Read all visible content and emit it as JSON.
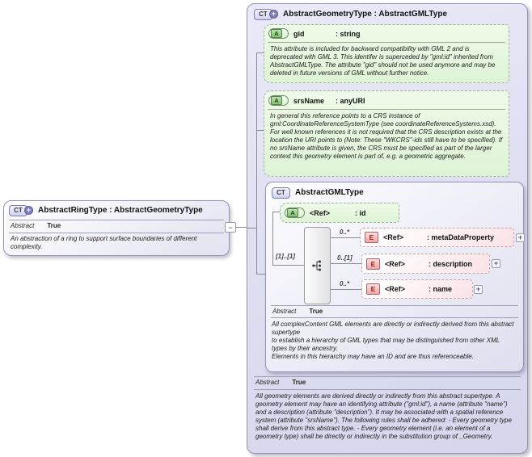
{
  "palette": {
    "panel_fill": "#dcdcf2",
    "box_border": "#9295b4",
    "attribute_fill": "#e4f6de",
    "attribute_border": "#9cb29a",
    "element_fill": "#fbe3e6",
    "element_border": "#c9a3a6",
    "connector_line": "#8a8a92",
    "ct_icon_fill": "#d6d6f2",
    "ct_plus_circle": "#8080bd"
  },
  "left_box": {
    "icon_label": "CT",
    "plus_glyph": "+",
    "title": "AbstractRingType : AbstractGeometryType",
    "abstract_label": "Abstract",
    "abstract_value": "True",
    "description": "An abstraction of a ring to support surface boundaries of different complexity."
  },
  "connector": {
    "collapse_glyph": "−"
  },
  "main_panel": {
    "icon_label": "CT",
    "plus_glyph": "+",
    "title": "AbstractGeometryType : AbstractGMLType",
    "abstract_label": "Abstract",
    "abstract_value": "True",
    "doc": "All geometry elements are derived directly or indirectly from this abstract supertype. A geometry element may have an identifying attribute (\"gml:id\"), a name (attribute \"name\") and a description (attribute \"description\"). It may be associated with a spatial reference system (attribute \"srsName\"). The following rules shall be adhered: - Every geometry type shall derive from this abstract type. - Every geometry element (i.e. an element of a geometry type) shall be directly or indirectly in the substitution group of _Geometry.",
    "attributes": [
      {
        "icon_label": "A",
        "name": "gid",
        "type": ": string",
        "doc": "This attribute is included for backward compatibility with GML 2 and is deprecated with GML 3. This identifer is superceded by \"gml:id\" inherited from AbstractGMLType. The attribute \"gid\" should not be used anymore and may be deleted in future versions of GML without further notice."
      },
      {
        "icon_label": "A",
        "name": "srsName",
        "type": ": anyURI",
        "doc": "In general this reference points to a CRS instance of gml:CoordinateReferenceSystemType (see coordinateReferenceSystems.xsd). For well known references it is not required that the CRS description exists at the location the URI points to (Note: These \"WKCRS\"-ids still have to be specified). If no srsName attribute is given, the CRS must be specified as part of the larger context this geometry element is part of, e.g. a geometric aggregate."
      }
    ],
    "inner_box": {
      "icon_label": "CT",
      "title": "AbstractGMLType",
      "id_attribute": {
        "icon_label": "A",
        "name": "<Ref>",
        "type": ": id"
      },
      "sequence_cardinality": "[1]..[1]",
      "elements": [
        {
          "icon_label": "E",
          "name": "<Ref>",
          "type": ": metaDataProperty",
          "cardinality": "0..*",
          "expand_glyph": "+"
        },
        {
          "icon_label": "E",
          "name": "<Ref>",
          "type": ": description",
          "cardinality": "0..[1]",
          "expand_glyph": "+"
        },
        {
          "icon_label": "E",
          "name": "<Ref>",
          "type": ": name",
          "cardinality": "0..*",
          "expand_glyph": "+"
        }
      ],
      "abstract_label": "Abstract",
      "abstract_value": "True",
      "doc_paragraphs": [
        "All complexContent GML elements are directly or indirectly derived from this abstract supertype",
        "to establish a hierarchy of GML types that may be distinguished from other XML types by their ancestry.",
        "Elements in this hierarchy may have an ID and are thus referenceable."
      ]
    }
  }
}
